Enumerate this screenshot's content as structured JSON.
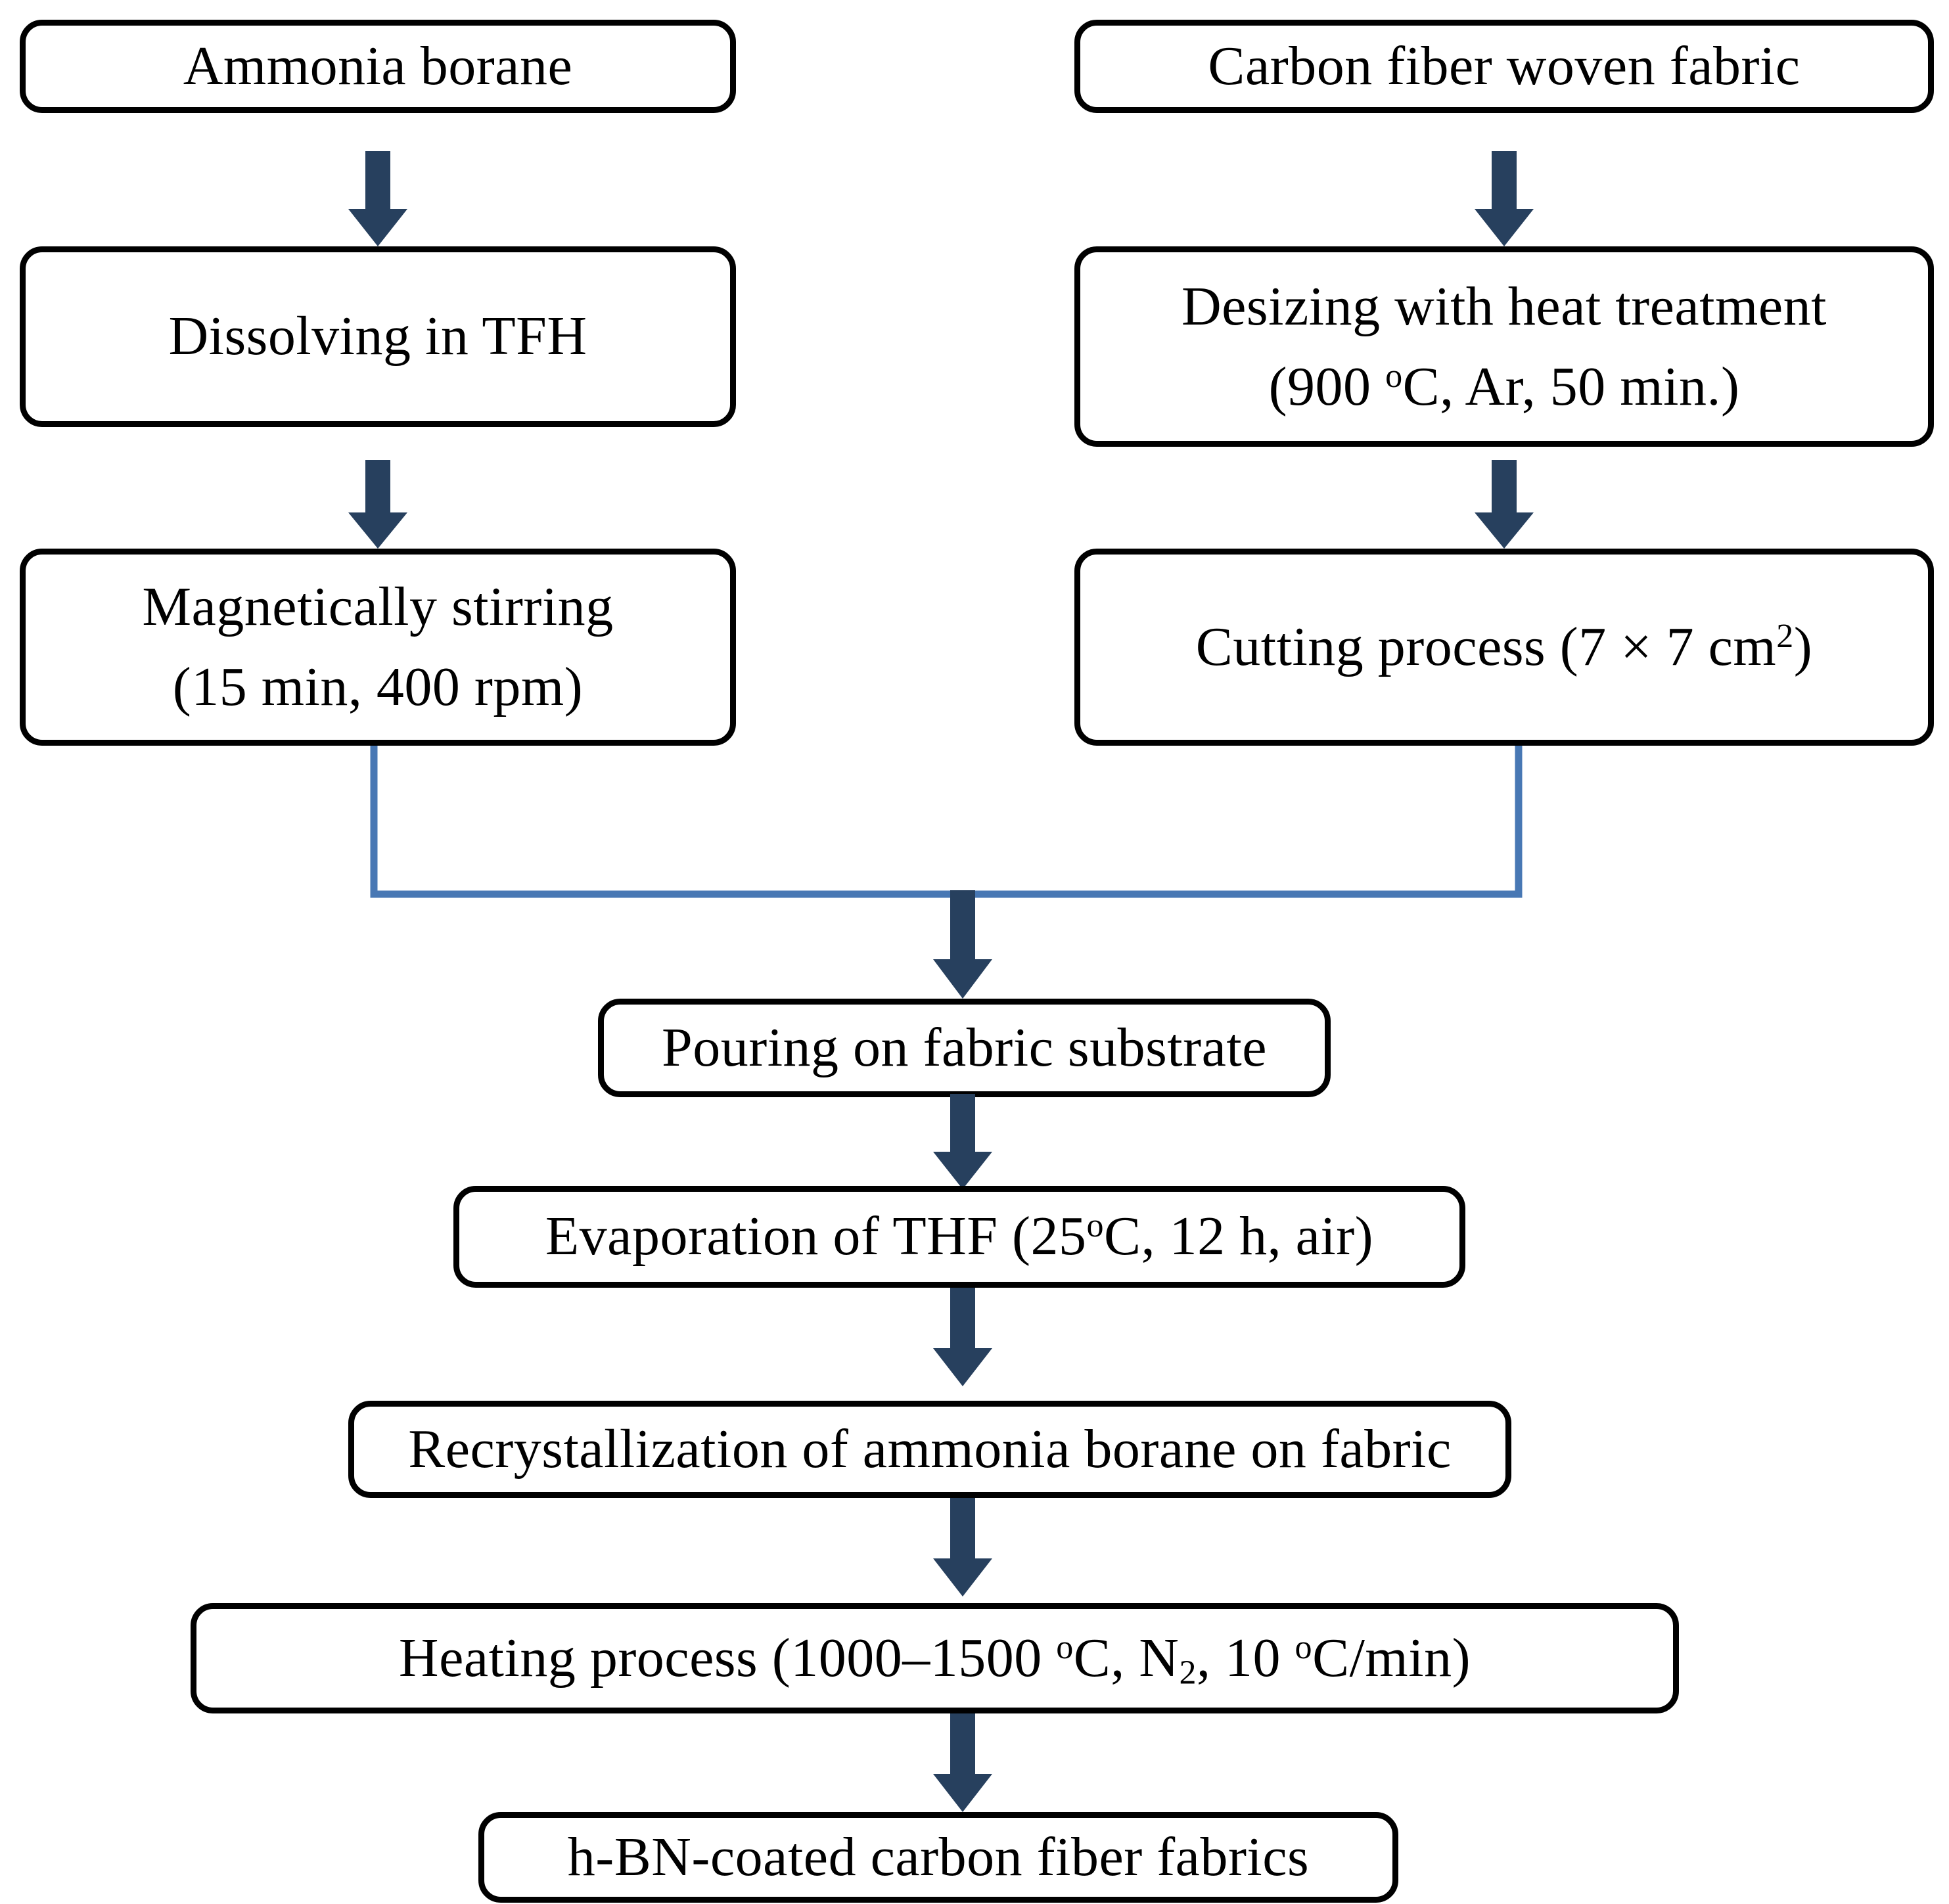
{
  "diagram": {
    "title": "Fabrication flowchart of h-BN-coated carbon fiber fabrics",
    "colors": {
      "box_border": "#000000",
      "box_fill": "#ffffff",
      "text": "#000000",
      "arrow": "#27405e",
      "connector": "#4878b4",
      "background": "#ffffff"
    }
  },
  "nodes": {
    "ammonia_borane": {
      "line1": "Ammonia borane"
    },
    "carbon_fiber_fabric": {
      "line1": "Carbon fiber woven fabric"
    },
    "dissolving": {
      "line1": "Dissolving in TFH"
    },
    "desizing": {
      "line1": "Desizing with heat treatment",
      "line2_pre": "(900 ",
      "line2_sup": "o",
      "line2_post": "C, Ar, 50 min.)"
    },
    "stirring": {
      "line1": "Magnetically stirring",
      "line2": "(15 min, 400 rpm)"
    },
    "cutting": {
      "line1_pre": "Cutting process (7 × 7 cm",
      "line1_sup": "2",
      "line1_post": ")"
    },
    "pouring": {
      "line1": "Pouring on fabric substrate"
    },
    "evaporation": {
      "line1_pre": "Evaporation of THF (25",
      "line1_sup": "o",
      "line1_post": "C, 12 h, air)"
    },
    "recrystallization": {
      "line1": "Recrystallization of ammonia borane on fabric"
    },
    "heating": {
      "line1_pre": "Heating process (1000–1500 ",
      "line1_sup1": "o",
      "line1_mid1": "C, N",
      "line1_sub": "2",
      "line1_mid2": ", 10 ",
      "line1_sup2": "o",
      "line1_post": "C/min)"
    },
    "product": {
      "line1": "h-BN-coated carbon fiber fabrics"
    }
  },
  "edges": {
    "e1_label": "ammonia-borane-to-dissolving",
    "e2_label": "dissolving-to-stirring",
    "e3_label": "carbon-fiber-to-desizing",
    "e4_label": "desizing-to-cutting",
    "e5_label": "merge-to-pouring",
    "e6_label": "pouring-to-evaporation",
    "e7_label": "evaporation-to-recrystallization",
    "e8_label": "recrystallization-to-heating",
    "e9_label": "heating-to-product",
    "merge_label": "stirring-and-cutting-merge"
  }
}
